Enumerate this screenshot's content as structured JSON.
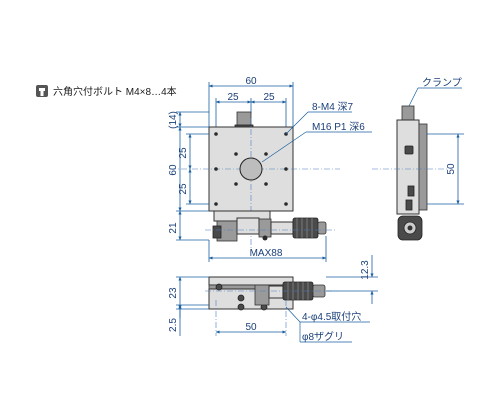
{
  "legend": {
    "icon": "hex-socket-bolt-icon",
    "text": "六角穴付ボルト M4×8…4本"
  },
  "top_view": {
    "dims": {
      "overall_width": "60",
      "half_left": "25",
      "half_right": "25",
      "offset_14": "(14)",
      "height_60": "60",
      "half_top": "25",
      "half_bottom": "25",
      "micrometer_21": "21",
      "max_length": "MAX88"
    },
    "callouts": {
      "tapped_holes": "8-M4 深7",
      "center_tap": "M16 P1 深6"
    }
  },
  "side_view": {
    "clamp_label": "クランプ",
    "dim_50": "50"
  },
  "front_view": {
    "dims": {
      "height_12_3": "12.3",
      "height_23": "23",
      "base_2_5": "2.5",
      "mount_spacing_50": "50"
    },
    "callouts": {
      "mount_holes": "4-φ4.5取付穴",
      "counterbore": "φ8ザグリ"
    }
  },
  "colors": {
    "dimension_line": "#1a5fa0",
    "dimension_text": "#1a3f78",
    "body_fill": "#dedede",
    "outline": "#333333"
  }
}
